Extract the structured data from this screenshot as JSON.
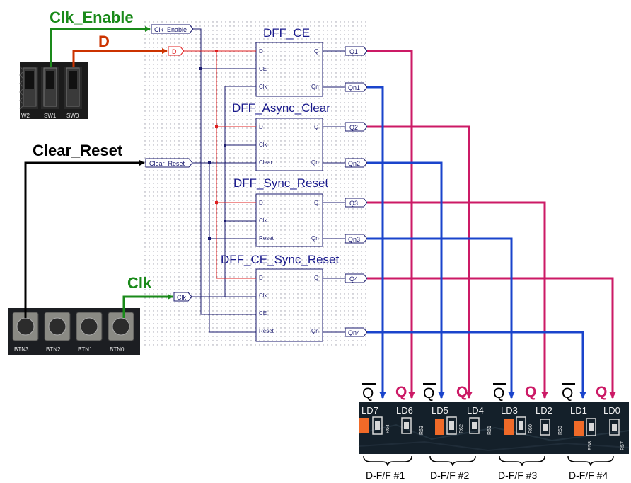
{
  "signals": {
    "clk_enable": "Clk_Enable",
    "d": "D",
    "clear_reset": "Clear_Reset",
    "clk": "Clk"
  },
  "ports": {
    "clk_enable": "Clk_Enable",
    "d": "D",
    "clear_reset": "Clear_Reset",
    "clk": "Clk",
    "outputs": [
      "Q1",
      "Qn1",
      "Q2",
      "Qn2",
      "Q3",
      "Qn3",
      "Q4",
      "Qn4"
    ]
  },
  "components": [
    {
      "title": "DFF_CE",
      "inputs": [
        "D",
        "CE",
        "Clk"
      ],
      "outputs": [
        "Q",
        "Qn"
      ]
    },
    {
      "title": "DFF_Async_Clear",
      "inputs": [
        "D",
        "Clk",
        "Clear"
      ],
      "outputs": [
        "Q",
        "Qn"
      ]
    },
    {
      "title": "DFF_Sync_Reset",
      "inputs": [
        "D",
        "Clk",
        "Reset"
      ],
      "outputs": [
        "Q",
        "Qn"
      ]
    },
    {
      "title": "DFF_CE_Sync_Reset",
      "inputs": [
        "D",
        "Clk",
        "CE",
        "Reset"
      ],
      "outputs": [
        "Q",
        "Qn"
      ]
    }
  ],
  "switches": [
    "W2",
    "SW1",
    "SW0"
  ],
  "buttons": [
    "BTN3",
    "BTN2",
    "BTN1",
    "BTN0"
  ],
  "leds": [
    {
      "label": "LD7",
      "res": "R64",
      "qlabel": "Q",
      "bar": true
    },
    {
      "label": "LD6",
      "res": "R63",
      "qlabel": "Q",
      "bar": false
    },
    {
      "label": "LD5",
      "res": "R62",
      "qlabel": "Q",
      "bar": true
    },
    {
      "label": "LD4",
      "res": "R61",
      "qlabel": "Q",
      "bar": false
    },
    {
      "label": "LD3",
      "res": "R60",
      "qlabel": "Q",
      "bar": true
    },
    {
      "label": "LD2",
      "res": "R59",
      "qlabel": "Q",
      "bar": false
    },
    {
      "label": "LD1",
      "res": "R58",
      "qlabel": "Q",
      "bar": true
    },
    {
      "label": "LD0",
      "res": "R57",
      "qlabel": "Q",
      "bar": false
    }
  ],
  "groups": [
    "D-F/F #1",
    "D-F/F #2",
    "D-F/F #3",
    "D-F/F #4"
  ],
  "colors": {
    "clk_enable": "#1a8a1a",
    "d": "#cc3300",
    "clear_reset": "#000000",
    "clk": "#1a8a1a",
    "q_wire": "#cc1a66",
    "qn_wire": "#1a44cc",
    "schematic_wire": "#1a1a6e",
    "d_net": "#e02020",
    "board": "#14202a",
    "led_on": "#f06a28"
  }
}
